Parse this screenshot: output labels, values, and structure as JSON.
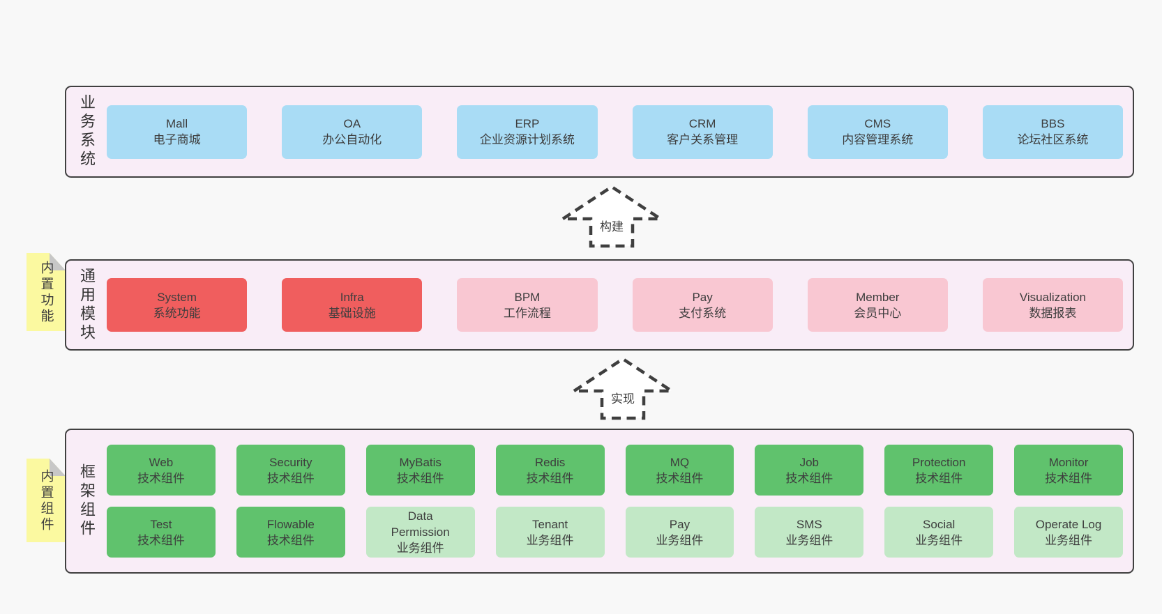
{
  "colors": {
    "page_bg": "#f8f8f8",
    "band_bg": "#f9edf7",
    "band_border": "#404040",
    "blue": "#a9dcf5",
    "red": "#f05e5e",
    "pink": "#f9c7d2",
    "green": "#60c26d",
    "light_green": "#c2e8c6",
    "sticky_yellow": "#fbf9a0",
    "sticky_fold": "#c7c7c7",
    "arrow": "#3f3f3f"
  },
  "arrows": {
    "build": "构建",
    "implement": "实现"
  },
  "bands": {
    "business": {
      "label": "业务系统",
      "boxes": [
        {
          "title": "Mall",
          "subtitle": "电子商城"
        },
        {
          "title": "OA",
          "subtitle": "办公自动化"
        },
        {
          "title": "ERP",
          "subtitle": "企业资源计划系统"
        },
        {
          "title": "CRM",
          "subtitle": "客户关系管理"
        },
        {
          "title": "CMS",
          "subtitle": "内容管理系统"
        },
        {
          "title": "BBS",
          "subtitle": "论坛社区系统"
        }
      ]
    },
    "modules": {
      "label": "通用模块",
      "sticky": "内置功能",
      "boxes": [
        {
          "title": "System",
          "subtitle": "系统功能"
        },
        {
          "title": "Infra",
          "subtitle": "基础设施"
        },
        {
          "title": "BPM",
          "subtitle": "工作流程"
        },
        {
          "title": "Pay",
          "subtitle": "支付系统"
        },
        {
          "title": "Member",
          "subtitle": "会员中心"
        },
        {
          "title": "Visualization",
          "subtitle": "数据报表"
        }
      ]
    },
    "components": {
      "label": "框架组件",
      "sticky": "内置组件",
      "rows": [
        [
          {
            "title": "Web",
            "subtitle": "技术组件"
          },
          {
            "title": "Security",
            "subtitle": "技术组件"
          },
          {
            "title": "MyBatis",
            "subtitle": "技术组件"
          },
          {
            "title": "Redis",
            "subtitle": "技术组件"
          },
          {
            "title": "MQ",
            "subtitle": "技术组件"
          },
          {
            "title": "Job",
            "subtitle": "技术组件"
          },
          {
            "title": "Protection",
            "subtitle": "技术组件"
          },
          {
            "title": "Monitor",
            "subtitle": "技术组件"
          }
        ],
        [
          {
            "title": "Test",
            "subtitle": "技术组件"
          },
          {
            "title": "Flowable",
            "subtitle": "技术组件"
          },
          {
            "title": "Data Permission",
            "subtitle": "业务组件"
          },
          {
            "title": "Tenant",
            "subtitle": "业务组件"
          },
          {
            "title": "Pay",
            "subtitle": "业务组件"
          },
          {
            "title": "SMS",
            "subtitle": "业务组件"
          },
          {
            "title": "Social",
            "subtitle": "业务组件"
          },
          {
            "title": "Operate Log",
            "subtitle": "业务组件"
          }
        ]
      ]
    }
  }
}
